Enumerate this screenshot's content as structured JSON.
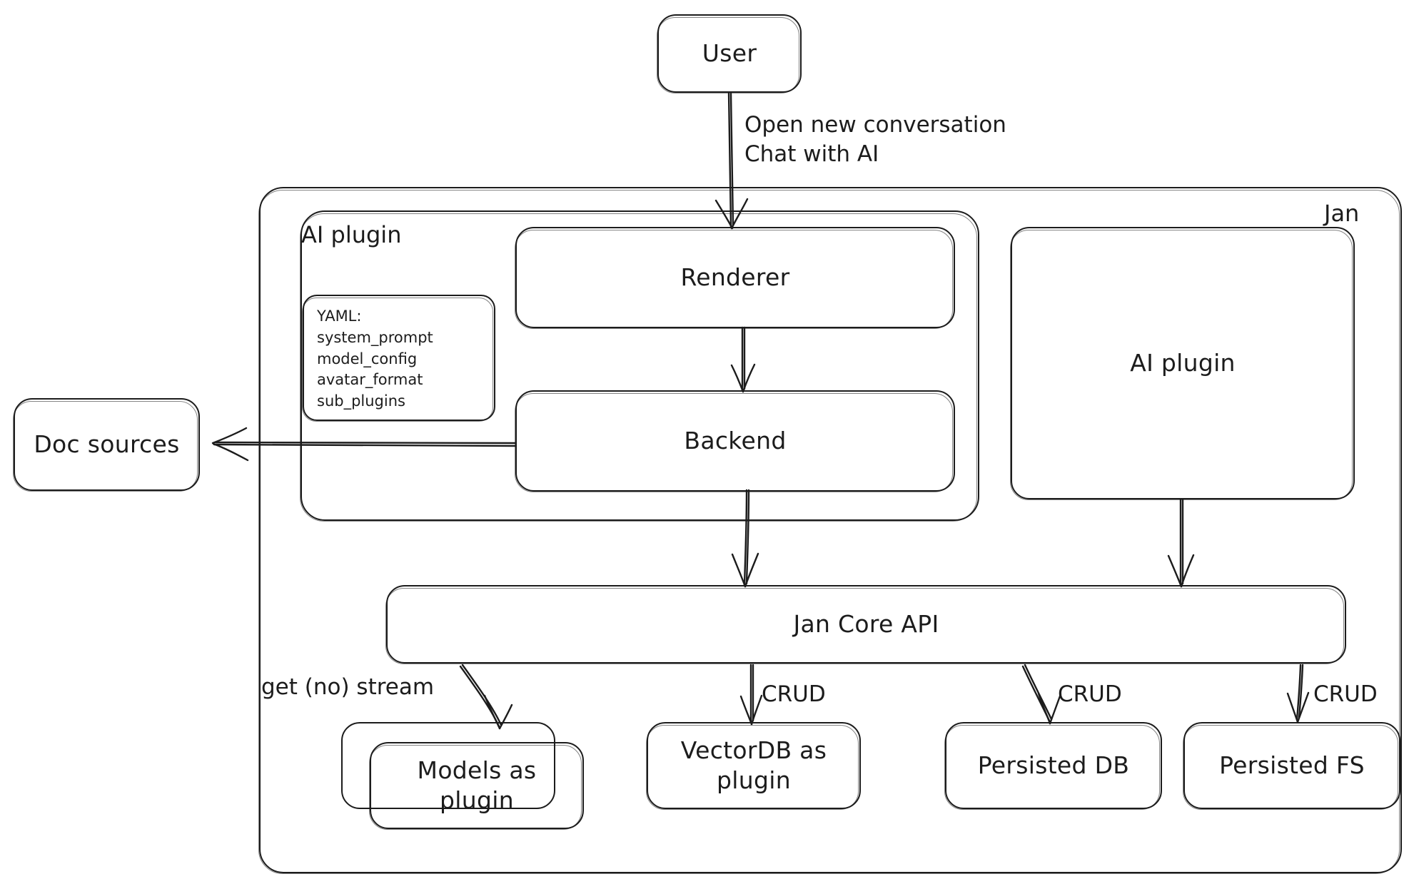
{
  "diagram": {
    "title_label": "Jan",
    "style": "hand-drawn architecture diagram",
    "stroke_color": "#1c1c1c",
    "background_color": "#ffffff"
  },
  "nodes": {
    "user": {
      "label": "User"
    },
    "jan_container": {
      "label": "Jan"
    },
    "ai_plugin_group": {
      "label": "AI plugin"
    },
    "yaml_note": {
      "text": "YAML:\nsystem_prompt\nmodel_config\navatar_format\nsub_plugins"
    },
    "renderer": {
      "label": "Renderer"
    },
    "backend": {
      "label": "Backend"
    },
    "ai_plugin_right": {
      "label": "AI plugin"
    },
    "doc_sources": {
      "label": "Doc sources"
    },
    "jan_core_api": {
      "label": "Jan Core API"
    },
    "models_plugin": {
      "label": "Models as\nplugin"
    },
    "vectordb_plugin": {
      "label": "VectorDB as\nplugin"
    },
    "persisted_db": {
      "label": "Persisted DB"
    },
    "persisted_fs": {
      "label": "Persisted FS"
    }
  },
  "edges": {
    "user_to_renderer": {
      "label": "Open new conversation\nChat with AI"
    },
    "renderer_to_backend": {
      "label": ""
    },
    "backend_to_doc_sources": {
      "label": ""
    },
    "backend_to_core": {
      "label": ""
    },
    "ai_plugin_to_core": {
      "label": ""
    },
    "core_to_models": {
      "label": "get (no) stream"
    },
    "core_to_vectordb": {
      "label": "CRUD"
    },
    "core_to_persisted_db": {
      "label": "CRUD"
    },
    "core_to_persisted_fs": {
      "label": "CRUD"
    }
  }
}
